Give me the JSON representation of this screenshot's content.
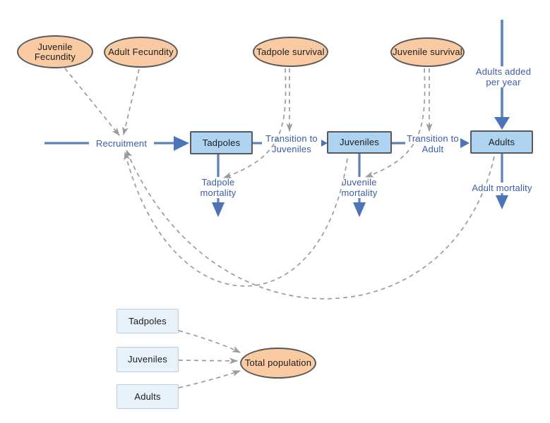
{
  "title": "Frog population stock-and-flow model diagram",
  "colors": {
    "canvas_bg": "#ffffff",
    "stock_fill": "#AED3F1",
    "variable_fill": "#FACBA2",
    "node_border": "#58595B",
    "ghost_fill": "#E8F2FB",
    "ghost_border": "#C2CCD6",
    "flow_blue": "#5C80C2",
    "flow_arrow_blue": "#4D74B8",
    "label_blue": "#3A5DA9",
    "link_gray": "#9B9B9B",
    "text_dark": "#1B1B1B"
  },
  "nodes": {
    "juvenile_fecundity": {
      "label": "Juvenile\nFecundity"
    },
    "adult_fecundity": {
      "label": "Adult Fecundity"
    },
    "tadpole_survival": {
      "label": "Tadpole survival"
    },
    "juvenile_survival": {
      "label": "Juvenile survival"
    },
    "total_population": {
      "label": "Total population"
    }
  },
  "stocks": {
    "tadpoles": {
      "label": "Tadpoles"
    },
    "juveniles": {
      "label": "Juveniles"
    },
    "adults": {
      "label": "Adults"
    }
  },
  "ghosts": {
    "tadpoles": {
      "label": "Tadpoles"
    },
    "juveniles": {
      "label": "Juveniles"
    },
    "adults": {
      "label": "Adults"
    }
  },
  "flows": {
    "recruitment": {
      "label": "Recruitment"
    },
    "transition_to_juveniles": {
      "label": "Transition to\nJuveniles"
    },
    "transition_to_adult": {
      "label": "Transition to\nAdult"
    },
    "adults_added_per_year": {
      "label": "Adults added\nper year"
    },
    "tadpole_mortality": {
      "label": "Tadpole\nmortality"
    },
    "juvenile_mortality": {
      "label": "Juvenile\nmortality"
    },
    "adult_mortality": {
      "label": "Adult mortality"
    }
  }
}
